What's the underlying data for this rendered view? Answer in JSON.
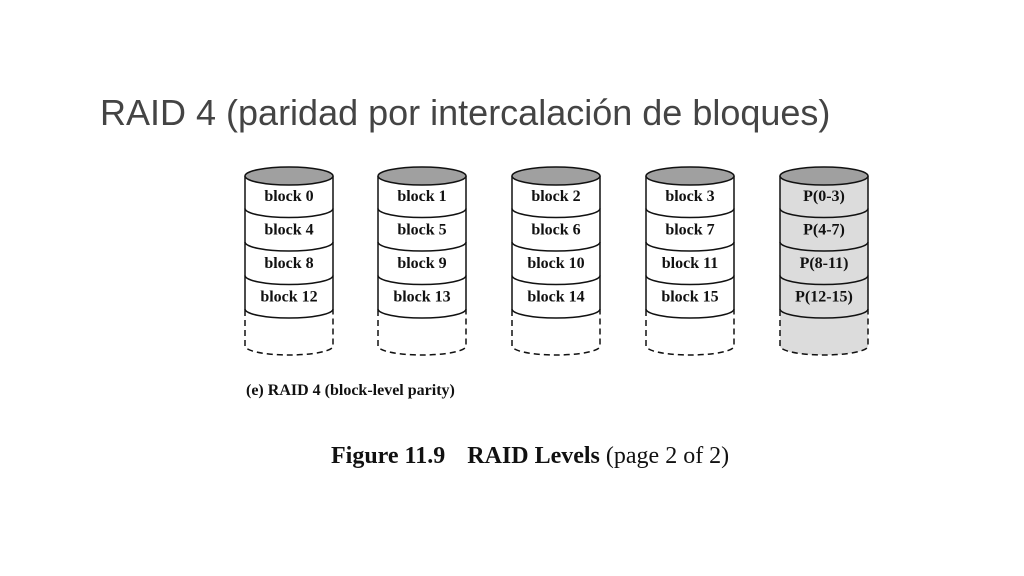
{
  "slide": {
    "title": "RAID 4 (paridad por intercalación de bloques)"
  },
  "disks": [
    {
      "type": "data",
      "blocks": [
        "block 0",
        "block 4",
        "block 8",
        "block 12"
      ]
    },
    {
      "type": "data",
      "blocks": [
        "block 1",
        "block 5",
        "block 9",
        "block 13"
      ]
    },
    {
      "type": "data",
      "blocks": [
        "block 2",
        "block 6",
        "block 10",
        "block 14"
      ]
    },
    {
      "type": "data",
      "blocks": [
        "block 3",
        "block 7",
        "block 11",
        "block 15"
      ]
    },
    {
      "type": "parity",
      "blocks": [
        "P(0-3)",
        "P(4-7)",
        "P(8-11)",
        "P(12-15)"
      ]
    }
  ],
  "colors": {
    "disk_top": "#a0a0a0",
    "parity_fill": "#dcdcdc",
    "data_fill": "#ffffff",
    "stroke": "#111111"
  },
  "subcaption": "(e) RAID 4 (block-level parity)",
  "figure": {
    "number": "Figure 11.9",
    "title": "RAID Levels",
    "page": "(page 2 of 2)"
  }
}
